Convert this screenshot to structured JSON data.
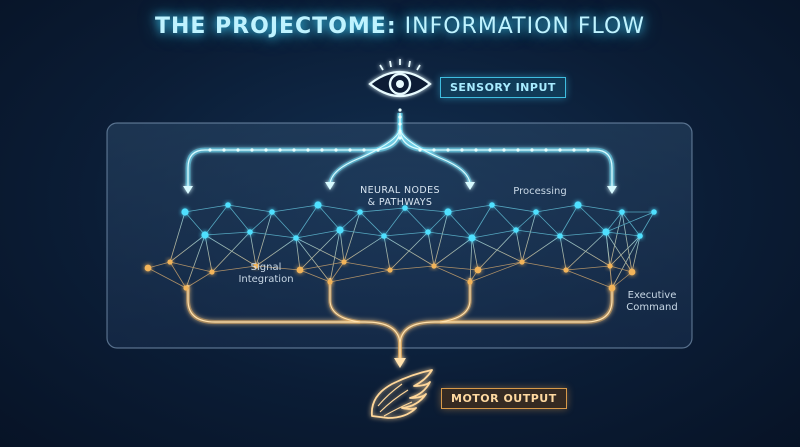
{
  "title": {
    "bold": "THE PROJECTOME:",
    "light": "INFORMATION FLOW"
  },
  "badges": {
    "input": "SENSORY INPUT",
    "output": "MOTOR OUTPUT"
  },
  "labels": {
    "nodes_line1": "NEURAL NODES",
    "nodes_line2": "& PATHWAYS",
    "processing": "Processing",
    "signal_line1": "Signal",
    "signal_line2": "Integration",
    "exec_line1": "Executive",
    "exec_line2": "Command"
  },
  "icons": {
    "input": "eye-icon",
    "output": "wing-icon"
  },
  "colors": {
    "cyan": "#4fe0ff",
    "amber": "#f2b45a",
    "panel_border": "#6f8aa6"
  }
}
